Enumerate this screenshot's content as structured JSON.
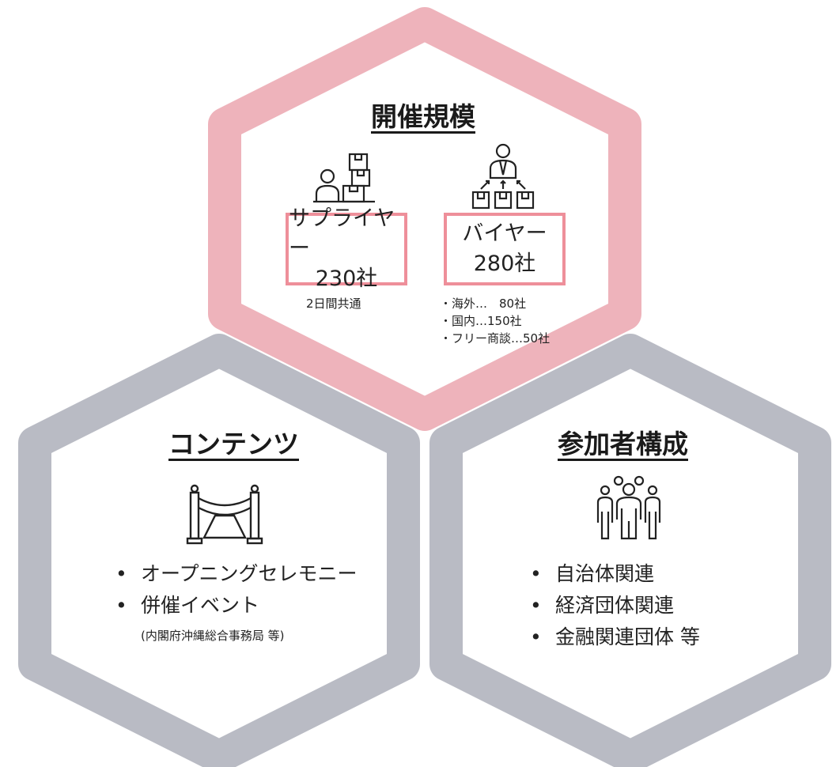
{
  "colors": {
    "pink_ring": "#eda6ae",
    "gray_ring": "#9ea1ad",
    "overlap": "#b07980",
    "box_border": "#ee8f9a"
  },
  "scale": {
    "title": "開催規模",
    "supplier": {
      "label": "サプライヤー",
      "count": "230社",
      "note": "2日間共通",
      "icon": "supplier-boxes-icon"
    },
    "buyer": {
      "label": "バイヤー",
      "count": "280社",
      "icon": "buyer-boxes-icon",
      "details": [
        "・海外…　80社",
        "・国内…150社",
        "・フリー商談…50社"
      ]
    }
  },
  "contents": {
    "title": "コンテンツ",
    "icon": "rope-barrier-icon",
    "bullet": "•",
    "items": [
      "オープニングセレモニー",
      "併催イベント"
    ],
    "note": "(内閣府沖縄総合事務局 等)"
  },
  "participants": {
    "title": "参加者構成",
    "icon": "people-group-icon",
    "bullet": "•",
    "items": [
      "自治体関連",
      "経済団体関連",
      "金融関連団体 等"
    ]
  }
}
